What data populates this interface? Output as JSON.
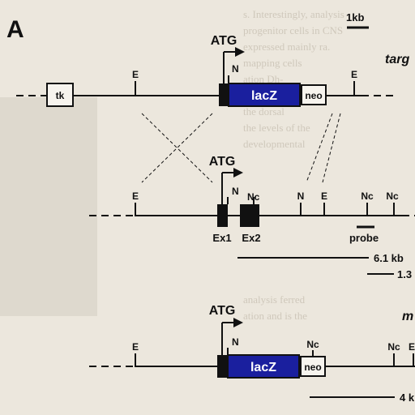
{
  "panel_label": "A",
  "scale": {
    "label": "1kb"
  },
  "targeting_vector": {
    "title": "targ",
    "atg": "ATG",
    "n_site": "N",
    "tk": "tk",
    "e_sites": [
      "E",
      "E"
    ],
    "lacz": "lacZ",
    "neo": "neo"
  },
  "wildtype_locus": {
    "atg": "ATG",
    "sites": [
      "E",
      "N",
      "Nc",
      "N",
      "E",
      "Nc",
      "Nc"
    ],
    "exons": [
      "Ex1",
      "Ex2"
    ],
    "probe": "probe",
    "fragments": [
      "6.1 kb",
      "1.3"
    ]
  },
  "mutant_locus": {
    "title": "m",
    "atg": "ATG",
    "sites": [
      "E",
      "N",
      "Nc",
      "Nc",
      "E"
    ],
    "lacz": "lacZ",
    "neo": "neo",
    "fragment": "4 k"
  },
  "colors": {
    "lacz_fill": "#1a1f9e",
    "line": "#111111",
    "paper": "#ece7dd"
  }
}
